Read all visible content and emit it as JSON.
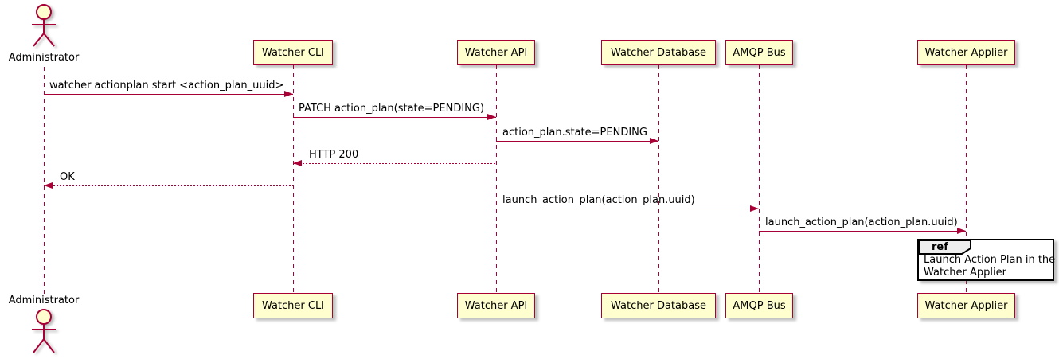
{
  "colors": {
    "participant_fill": "#FEFECE",
    "participant_border": "#A80036",
    "line_color": "#A80036",
    "text_color": "#000000",
    "ref_header_fill": "#EEEEEE",
    "ref_border": "#000000"
  },
  "actor": {
    "name": "Administrator"
  },
  "participants": [
    {
      "label": "Watcher CLI"
    },
    {
      "label": "Watcher API"
    },
    {
      "label": "Watcher Database"
    },
    {
      "label": "AMQP Bus"
    },
    {
      "label": "Watcher Applier"
    }
  ],
  "messages": [
    {
      "from": "Administrator",
      "to": "Watcher CLI",
      "label": "watcher actionplan start <action_plan_uuid>",
      "style": "solid"
    },
    {
      "from": "Watcher CLI",
      "to": "Watcher API",
      "label": "PATCH action_plan(state=PENDING)",
      "style": "solid"
    },
    {
      "from": "Watcher API",
      "to": "Watcher Database",
      "label": "action_plan.state=PENDING",
      "style": "solid"
    },
    {
      "from": "Watcher API",
      "to": "Watcher CLI",
      "label": "HTTP 200",
      "style": "dashed-return"
    },
    {
      "from": "Watcher CLI",
      "to": "Administrator",
      "label": "OK",
      "style": "dashed-return"
    },
    {
      "from": "Watcher API",
      "to": "AMQP Bus",
      "label": "launch_action_plan(action_plan.uuid)",
      "style": "solid"
    },
    {
      "from": "AMQP Bus",
      "to": "Watcher Applier",
      "label": "launch_action_plan(action_plan.uuid)",
      "style": "solid"
    }
  ],
  "ref": {
    "keyword": "ref",
    "line1": "Launch Action Plan in the",
    "line2": "Watcher Applier"
  }
}
